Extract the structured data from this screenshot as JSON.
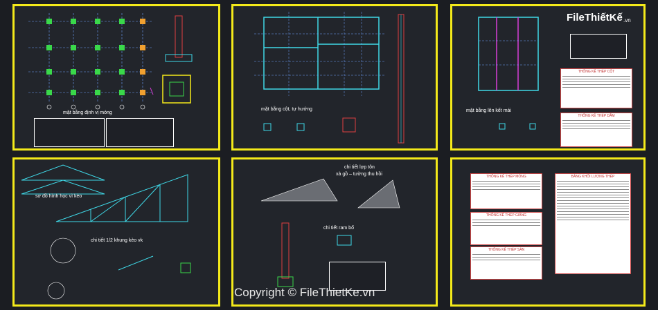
{
  "watermark": {
    "logo_text": "FileThiếtKế",
    "logo_suffix": ".vn",
    "copyright": "Copyright © FileThietKe.vn"
  },
  "sheets": [
    {
      "title": "mặt bằng định vị móng",
      "sub_title": "",
      "note_label": ""
    },
    {
      "title": "mặt bằng cột, tự hướng",
      "sub_title": "",
      "note_label": ""
    },
    {
      "title": "mặt bằng lên kết mái",
      "sub_title": "",
      "note_label": ""
    },
    {
      "title": "sơ đồ hình học vì kèo",
      "sub_title": "chi tiết 1/2 khung kèo vk",
      "note_label": ""
    },
    {
      "title": "chi tiết lợp tôn",
      "sub_title": "xà gồ – tường thu hồi",
      "note_label": "chi tiết ram bổ"
    },
    {
      "title": "bảng khối lượng thép",
      "sub_title": "",
      "note_label": ""
    }
  ],
  "tables": {
    "t1": "THỐNG KÊ THÉP CỘT",
    "t2": "THỐNG KÊ THÉP DẦM",
    "t3": "THỐNG KÊ THÉP MÓNG",
    "t4": "BẢNG KHỐI LƯỢNG THÉP",
    "t5": "THỐNG KÊ THÉP GIẰNG",
    "t6": "THỐNG KÊ THÉP SÀN"
  },
  "colors": {
    "frame": "#f4ea1a",
    "cyan": "#3fd9e8",
    "green": "#3ad84a",
    "magenta": "#d93fd9",
    "red": "#e04040"
  }
}
